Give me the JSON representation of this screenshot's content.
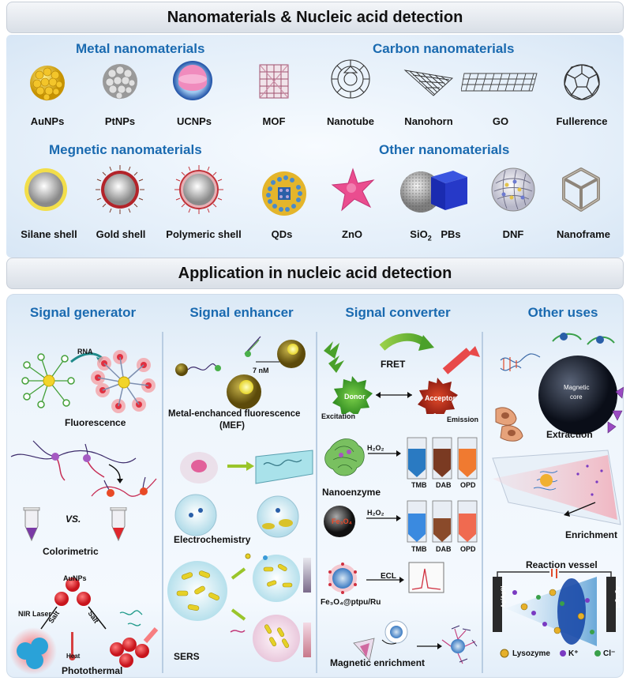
{
  "top_title": "Nanomaterials & Nucleic acid detection",
  "categories": {
    "metal": "Metal nanomaterials",
    "carbon": "Carbon nanomaterials",
    "magnetic": "Megnetic nanomaterials",
    "other": "Other nanomaterials"
  },
  "materials_row1": [
    "AuNPs",
    "PtNPs",
    "UCNPs",
    "MOF",
    "Nanotube",
    "Nanohorn",
    "GO",
    "Fullerence"
  ],
  "materials_row2": [
    "Silane shell",
    "Gold shell",
    "Polymeric shell",
    "QDs",
    "ZnO",
    "SiO",
    "PBs",
    "DNF",
    "Nanoframe"
  ],
  "sio2_subscript": "2",
  "app_title": "Application in nucleic acid detection",
  "columns": {
    "generator": "Signal generator",
    "enhancer": "Signal enhancer",
    "converter": "Signal converter",
    "other": "Other uses"
  },
  "generator": {
    "rna": "RNA",
    "fluorescence": "Fluorescence",
    "vs": "VS.",
    "colorimetric": "Colorimetric",
    "aunps": "AuNPs",
    "nir": "NIR Laser",
    "salt1": "Salt",
    "salt2": "Salt",
    "heat": "Heat",
    "photothermal": "Photothermal"
  },
  "enhancer": {
    "nm": "7 nM",
    "mef1": "Metal-enchanced fluorescence",
    "mef2": "(MEF)",
    "electro": "Electrochemistry",
    "sers": "SERS"
  },
  "converter": {
    "fret": "FRET",
    "donor": "Donor",
    "acceptor": "Acceptor",
    "excitation": "Excitation",
    "emission": "Emission",
    "h2o2_a": "H₂O₂",
    "h2o2_b": "H₂O₂",
    "nanoenzyme": "Nanoenzyme",
    "fe3o4": "Fe₃O₄",
    "tubes_a": [
      "TMB",
      "DAB",
      "OPD"
    ],
    "tubes_b": [
      "TMB",
      "DAB",
      "OPD"
    ],
    "ecl": "ECL",
    "fe_ptpu": "Fe₃O₄@ptpu/Ru",
    "magnetic_enrichment": "Magnetic enrichment"
  },
  "other": {
    "core1": "Magnetic",
    "core2": "core",
    "extraction": "Extraction",
    "enrichment": "Enrichment",
    "vessel": "Reaction vessel",
    "electrode_l": "Ag/AgCl",
    "electrode_r": "Ag/AgCl",
    "lysozyme": "Lysozyme",
    "kplus": "K⁺",
    "clminus": "Cl⁻"
  },
  "colors": {
    "category_blue": "#1a6ab0",
    "gold": "#e8b720",
    "red_np": "#d9242c"
  }
}
